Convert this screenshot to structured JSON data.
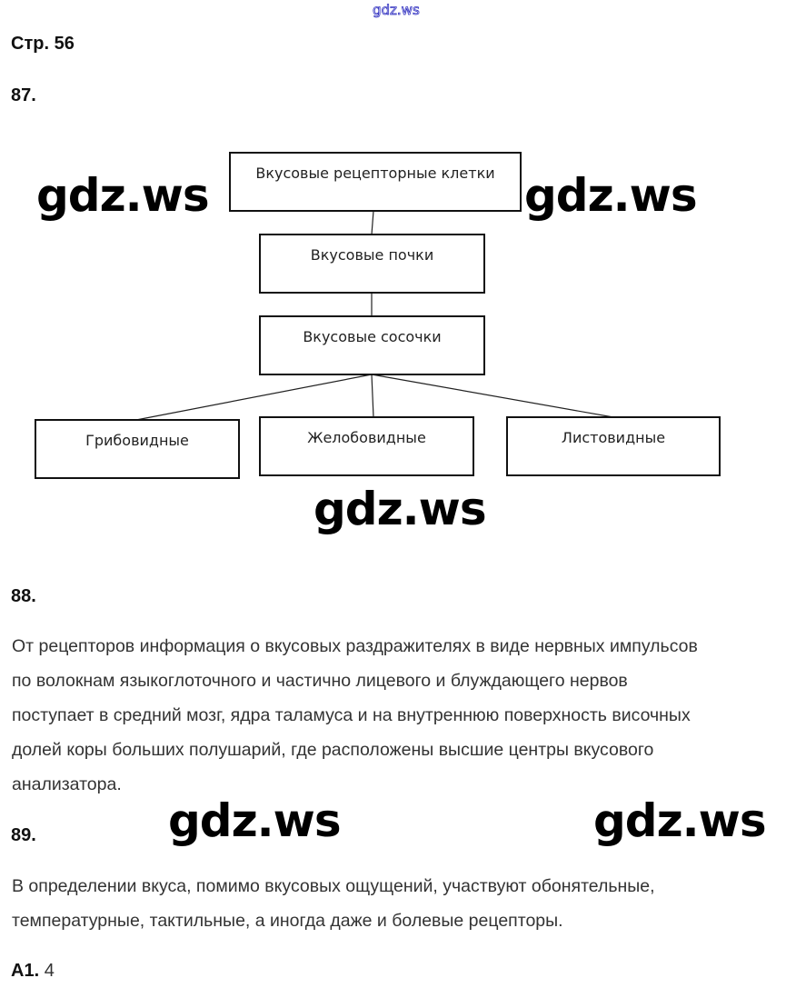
{
  "watermark": "gdz.ws",
  "page_label": "Стр. 56",
  "task87": {
    "number": "87.",
    "diagram": {
      "nodes": [
        "Вкусовые рецепторные клетки",
        "Вкусовые почки",
        "Вкусовые сосочки",
        "Грибовидные",
        "Желобовидные",
        "Листовидные"
      ]
    }
  },
  "task88": {
    "number": "88.",
    "lines": [
      "От рецепторов информация о вкусовых раздражителях в виде нервных импульсов",
      "по волокнам языкоглоточного и частично лицевого и блуждающего нервов",
      "поступает в средний мозг, ядра таламуса и на внутреннюю поверхность височных",
      "долей коры больших полушарий, где расположены высшие центры вкусового",
      "анализатора."
    ]
  },
  "task89": {
    "number": "89.",
    "lines": [
      "В определении вкуса, помимо вкусовых ощущений, участвуют обонятельные,",
      "температурные, тактильные, а иногда даже и болевые рецепторы."
    ]
  },
  "a1": {
    "label": "А1.",
    "answer": "4"
  }
}
